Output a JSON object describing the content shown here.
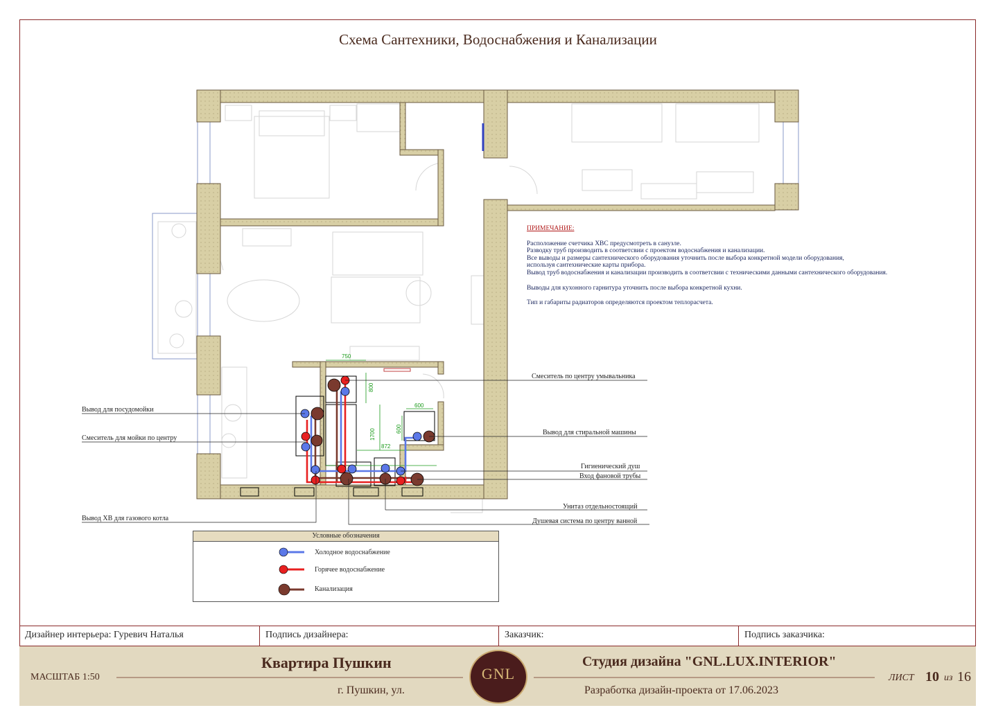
{
  "title": "Схема Сантехники, Водоснабжения и Канализации",
  "notes": {
    "heading": "ПРИМЕЧАНИЕ:",
    "paragraph1": [
      "Расположение счетчика ХВС предусмотреть в санузле.",
      "Разводку труб производить в соответсвии с проектом водоснабжения и канализации.",
      "Все выводы и размеры сантехнического оборудования уточнить после выбора конкретной модели оборудования,",
      "используя сантехнические карты прибора.",
      "Вывод труб водоснабжения и канализации производить в соответсвии с техническими данными сантехнического оборудования."
    ],
    "paragraph2": "Выводы для кухонного гарнитура уточнить после выбора конкретной кухни.",
    "paragraph3": "Тип и габариты радиаторов определяются проектом теплорасчета."
  },
  "callouts": {
    "dishwasher": "Вывод для посудомойки",
    "sink_mixer": "Смеситель для мойки по центру",
    "boiler_cold": "Вывод ХВ для газового котла",
    "washbasin_mixer": "Смеситель по центру умывальника",
    "washing_machine": "Вывод для стиральной машины",
    "hygienic_shower": "Гигиенический душ",
    "fan_pipe": "Вход фановой трубы",
    "toilet": "Унитаз отдельностоящий",
    "shower_system": "Душевая система по центру ванной"
  },
  "dimensions": {
    "d750": "750",
    "d800": "800",
    "d1700": "1700",
    "d600a": "600",
    "d600b": "600",
    "d872": "872"
  },
  "legend": {
    "title": "Условные обозначения",
    "items": [
      {
        "label": "Холодное водоснабжение",
        "color": "#5b78e8"
      },
      {
        "label": "Горячее водоснабжение",
        "color": "#e82020"
      },
      {
        "label": "Канализация",
        "color": "#7a3a2e"
      }
    ]
  },
  "footer": {
    "designer": "Дизайнер интерьера: Гуревич Наталья",
    "designer_sign": "Подпись дизайнера:",
    "customer": "Заказчик:",
    "customer_sign": "Подпись заказчика:",
    "scale": "МАСШТАБ 1:50",
    "project": "Квартира Пушкин",
    "address": "г. Пушкин, ул.",
    "logo": "GNL",
    "studio": "Студия дизайна \"GNL.LUX.INTERIOR\"",
    "development": "Разработка дизайн-проекта от 17.06.2023",
    "sheet_label": "ЛИСТ",
    "sheet_num": "10",
    "sheet_of": "из",
    "sheet_total": "16"
  },
  "colors": {
    "wall_fill": "#d8cfa5",
    "cold": "#5b78e8",
    "hot": "#e82020",
    "sewer": "#7a3a2e",
    "frame": "#8a2a2a",
    "dim": "#1a9a1a"
  }
}
